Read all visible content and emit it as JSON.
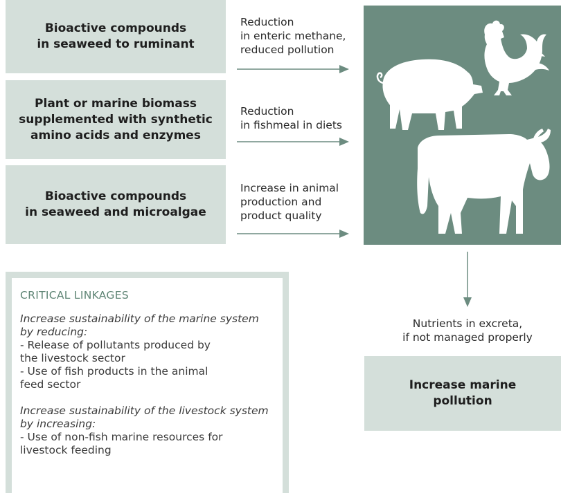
{
  "inputs": [
    {
      "text": "Bioactive compounds\nin seaweed to ruminant",
      "effect": "Reduction\nin enteric methane,\nreduced pollution"
    },
    {
      "text": "Plant or marine biomass\nsupplemented with synthetic\namino acids and enzymes",
      "effect": "Reduction\nin fishmeal in diets"
    },
    {
      "text": "Bioactive compounds\nin seaweed and microalgae",
      "effect": "Increase in animal\nproduction and\nproduct quality"
    }
  ],
  "outcome": {
    "label": "Nutrients in excreta,\nif not managed properly",
    "box": "Increase marine\npollution"
  },
  "critical": {
    "title": "CRITICAL LINKAGES",
    "group1": {
      "heading": "Increase sustainability of the marine system\nby reducing:",
      "items": [
        "- Release of pollutants produced by\n  the livestock sector",
        "- Use of fish products in the animal\n  feed sector"
      ]
    },
    "group2": {
      "heading": "Increase sustainability of the livestock system\nby increasing:",
      "items": [
        "- Use of non-fish marine resources for\n  livestock feeding"
      ]
    }
  },
  "icons": [
    "rooster-icon",
    "pig-icon",
    "cow-icon"
  ],
  "colors": {
    "light": "#d4dfda",
    "dark": "#6c8c80",
    "accent": "#5f8575"
  }
}
